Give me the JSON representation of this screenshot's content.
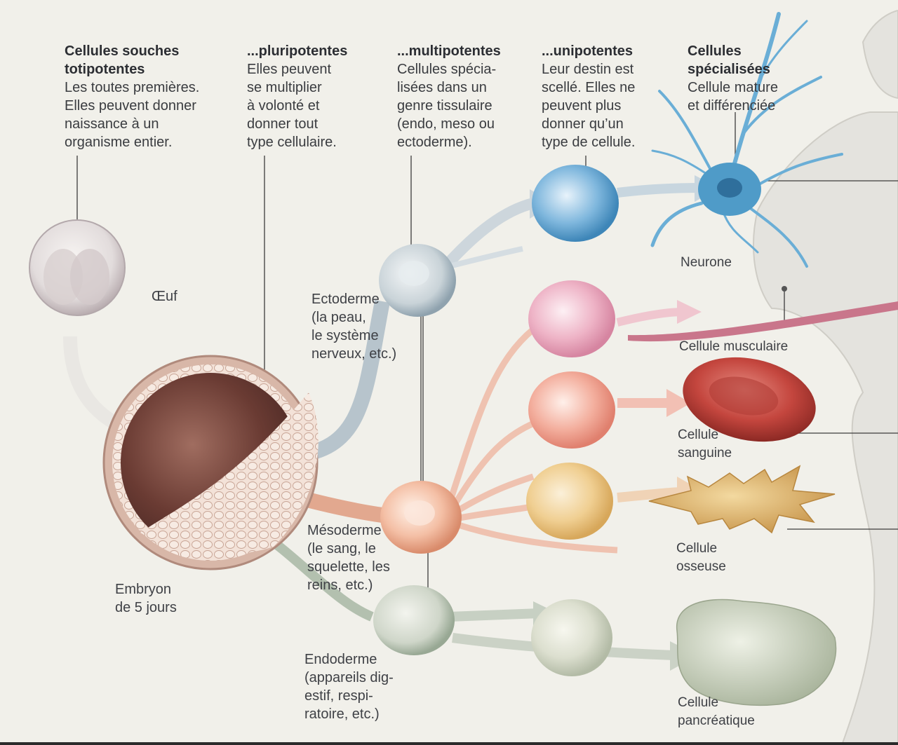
{
  "headers": [
    {
      "title_lines": [
        "Cellules souches",
        "totipotentes"
      ],
      "body_lines": [
        "Les toutes premières.",
        "Elles peuvent donner",
        "naissance à un",
        "organisme entier."
      ]
    },
    {
      "title_lines": [
        "...pluripotentes"
      ],
      "body_lines": [
        "Elles peuvent",
        "se multiplier",
        "à volonté et",
        "donner tout",
        "type cellulaire."
      ]
    },
    {
      "title_lines": [
        "...multipotentes"
      ],
      "body_lines": [
        "Cellules spécia-",
        "lisées dans un",
        "genre tissulaire",
        "(endo, meso ou",
        "ectoderme)."
      ]
    },
    {
      "title_lines": [
        "...unipotentes"
      ],
      "body_lines": [
        "Leur destin est",
        "scellé. Elles ne",
        "peuvent plus",
        "donner qu’un",
        "type de cellule."
      ]
    },
    {
      "title_lines": [
        "Cellules",
        "spécialisées"
      ],
      "body_lines": [
        "Cellule mature",
        "et différenciée"
      ]
    }
  ],
  "labels": {
    "oeuf": [
      "Œuf"
    ],
    "embryon": [
      "Embryon",
      "de 5 jours"
    ],
    "ectoderme": [
      "Ectoderme",
      "(la peau,",
      "le système",
      "nerveux, etc.)"
    ],
    "mesoderme": [
      "Mésoderme",
      "(le sang, le",
      "squelette, les",
      "reins, etc.)"
    ],
    "endoderme": [
      "Endoderme",
      "(appareils dig-",
      "estif, respi-",
      "ratoire, etc.)"
    ],
    "neurone": [
      "Neurone"
    ],
    "musculaire": [
      "Cellule musculaire"
    ],
    "sanguine": [
      "Cellule",
      "sanguine"
    ],
    "osseuse": [
      "Cellule",
      "osseuse"
    ],
    "pancreatique": [
      "Cellule",
      "pancréatique"
    ]
  },
  "colors": {
    "ectoderm": "#9fb3c2",
    "mesoderm": "#e8a98d",
    "endoderm": "#a9b8a4",
    "neuron": "#4f9bc8",
    "muscle": "#c9768b",
    "blood": "#c4463e",
    "bone": "#d2a860",
    "pancreas": "#c9d1bf",
    "embryo": "#7a4a3f"
  }
}
